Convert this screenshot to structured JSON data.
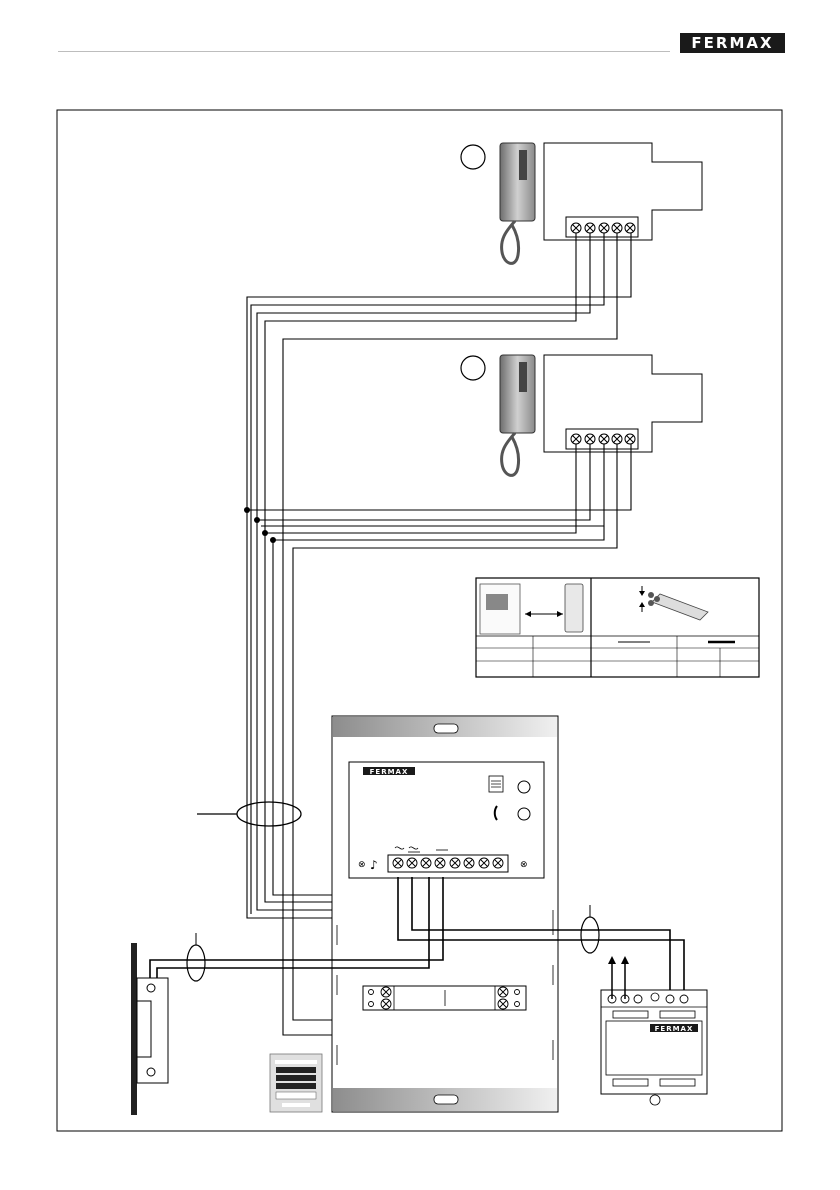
{
  "header": {
    "brand": "FERMAX"
  },
  "power_unit": {
    "brand": "FERMAX"
  },
  "psu": {
    "brand": "FERMAX"
  }
}
